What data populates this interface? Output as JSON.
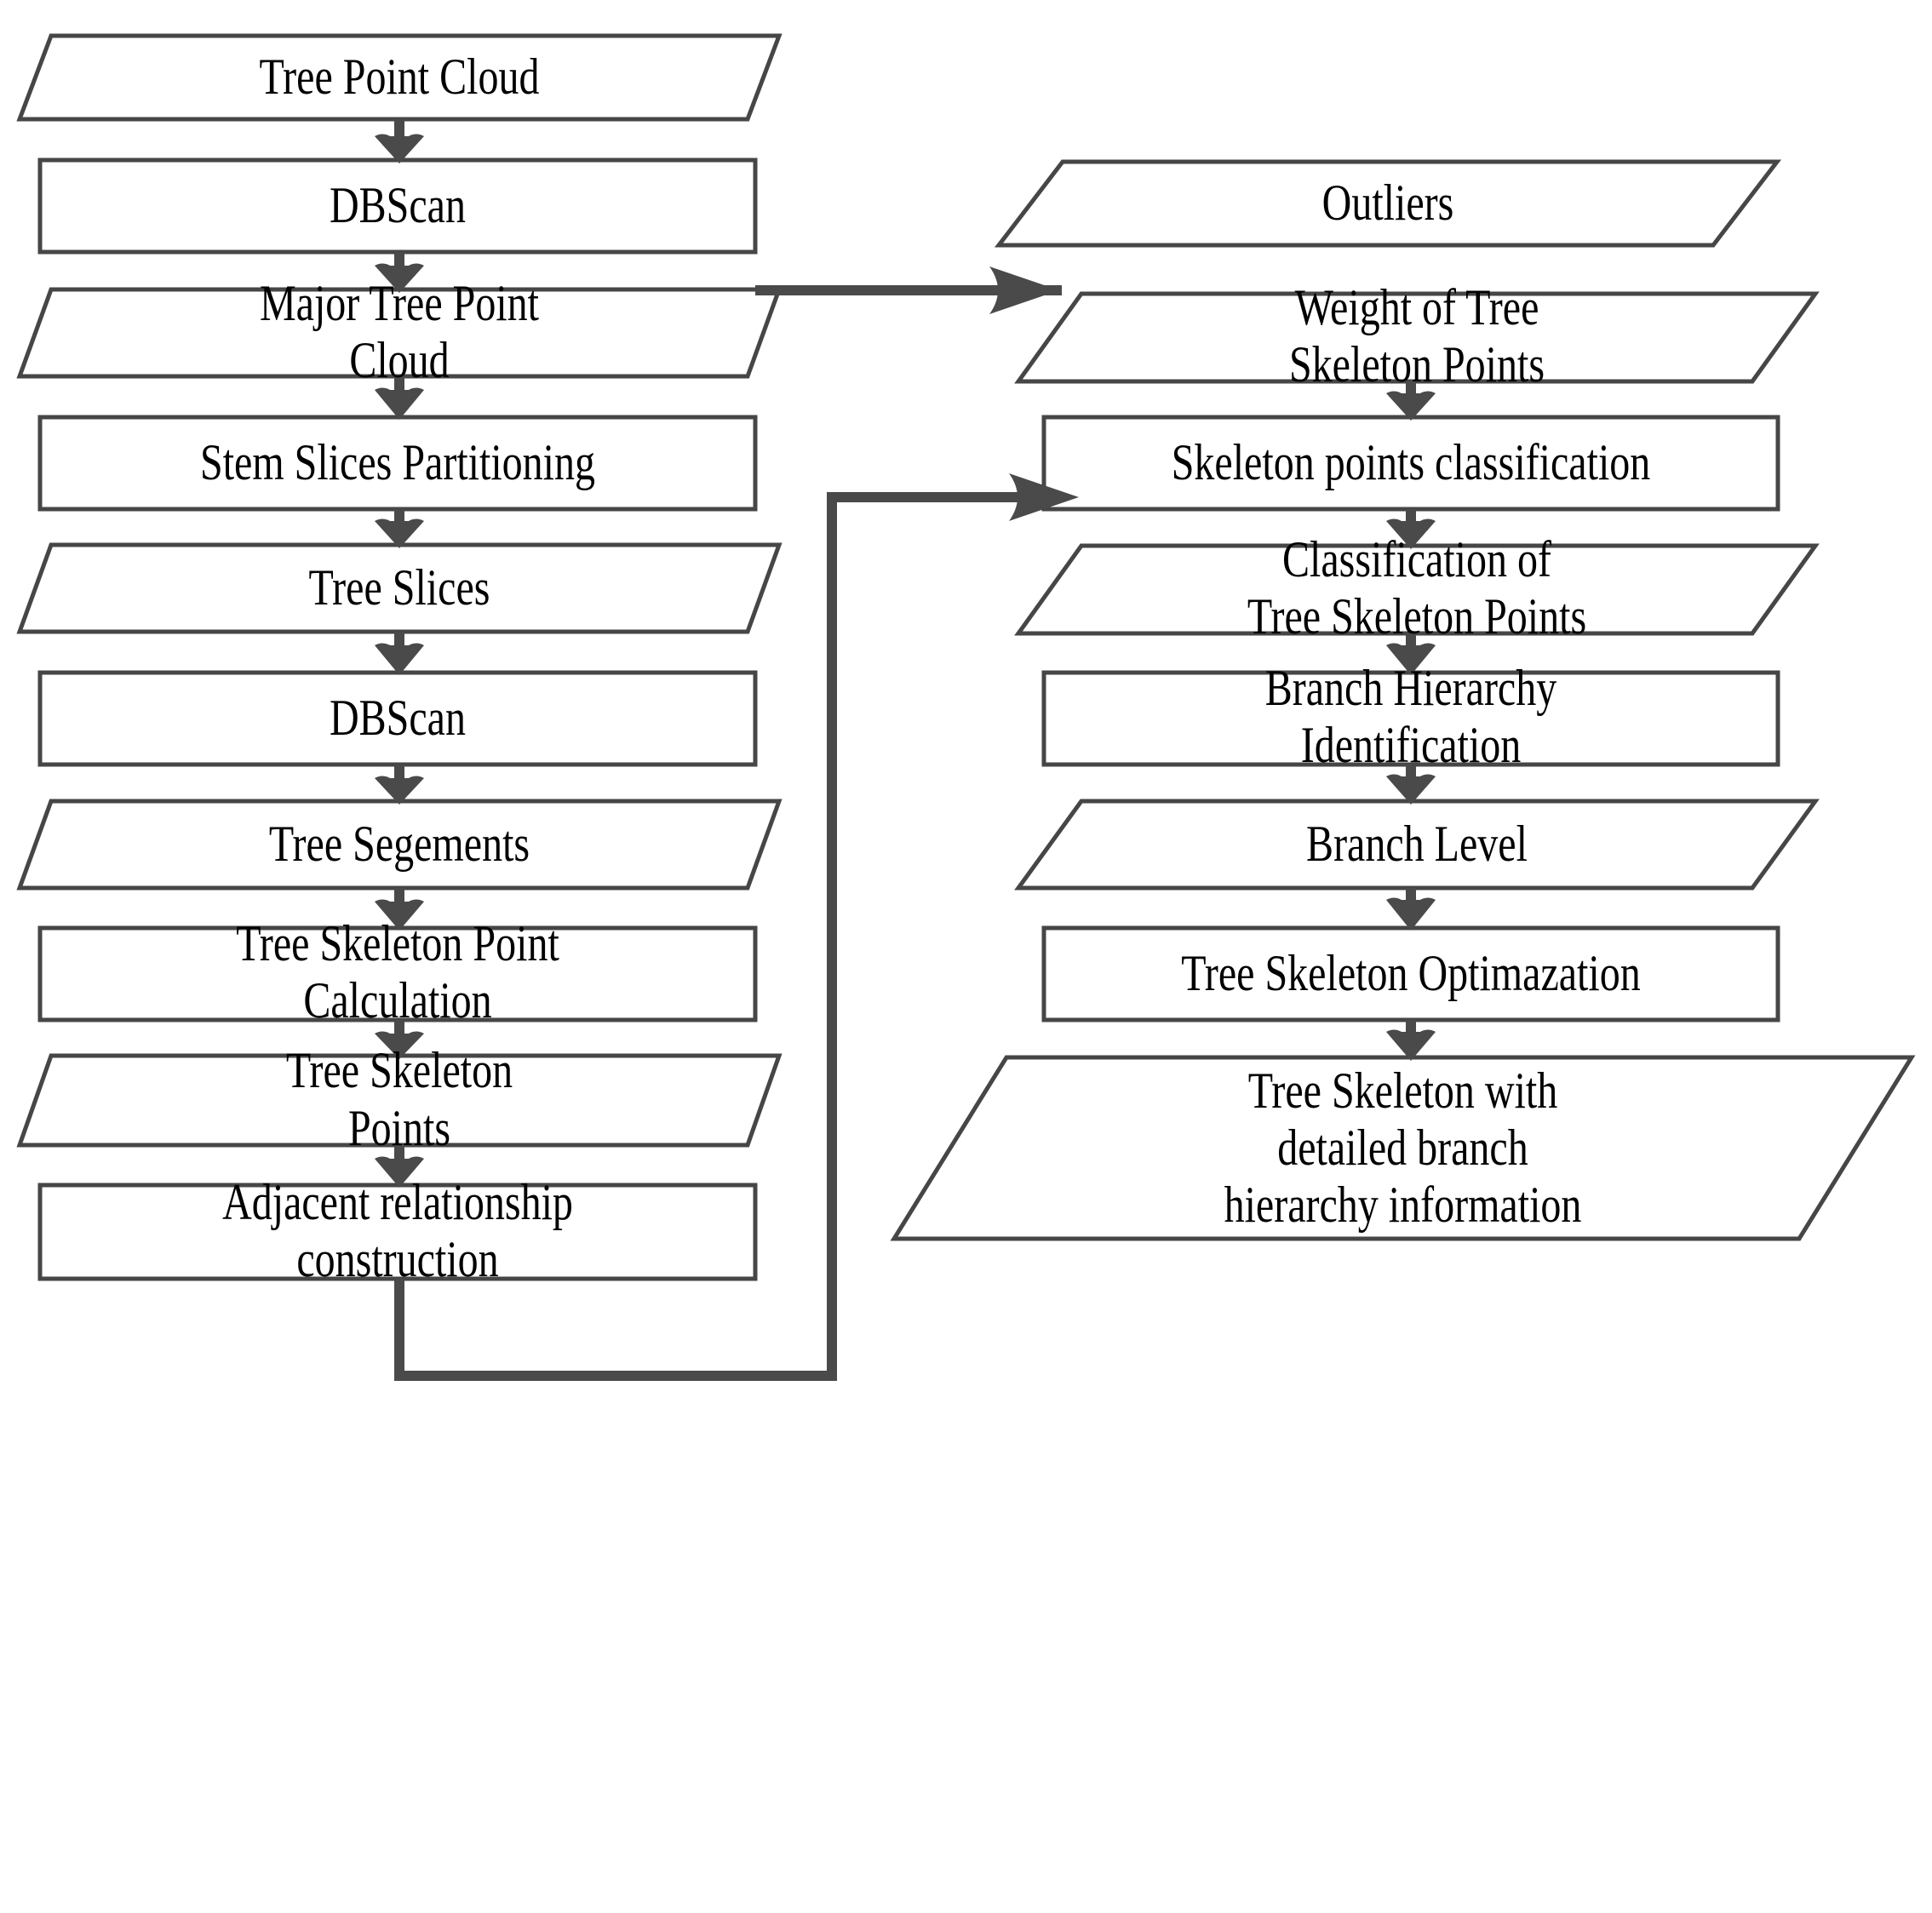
{
  "diagram": {
    "title": "Tree Point Cloud Skeleton Extraction Flowchart",
    "colors": {
      "shape_stroke": "#464646",
      "connector": "#4a4a4a",
      "background": "#ffffff",
      "text": "#000000"
    },
    "shape_legend": {
      "parallelogram": "data",
      "rectangle": "process"
    },
    "nodes": [
      {
        "id": "tree-point-cloud",
        "label": "Tree Point Cloud",
        "shape": "parallelogram",
        "column": "left"
      },
      {
        "id": "dbscan-1",
        "label": "DBScan",
        "shape": "rectangle",
        "column": "left"
      },
      {
        "id": "major-tree-point-cloud",
        "label": "Major Tree Point\nCloud",
        "shape": "parallelogram",
        "column": "left"
      },
      {
        "id": "stem-slices-partitioning",
        "label": "Stem Slices Partitioning",
        "shape": "rectangle",
        "column": "left"
      },
      {
        "id": "tree-slices",
        "label": "Tree Slices",
        "shape": "parallelogram",
        "column": "left"
      },
      {
        "id": "dbscan-2",
        "label": "DBScan",
        "shape": "rectangle",
        "column": "left"
      },
      {
        "id": "tree-segements",
        "label": "Tree Segements",
        "shape": "parallelogram",
        "column": "left"
      },
      {
        "id": "tree-skeleton-point-calc",
        "label": "Tree Skeleton Point\nCalculation",
        "shape": "rectangle",
        "column": "left"
      },
      {
        "id": "tree-skeleton-points",
        "label": "Tree Skeleton\nPoints",
        "shape": "parallelogram",
        "column": "left"
      },
      {
        "id": "adjacent-relationship",
        "label": "Adjacent relationship\nconstruction",
        "shape": "rectangle",
        "column": "left"
      },
      {
        "id": "outliers",
        "label": "Outliers",
        "shape": "parallelogram",
        "column": "right"
      },
      {
        "id": "weight-of-tree-skel-points",
        "label": "Weight of Tree\nSkeleton Points",
        "shape": "parallelogram",
        "column": "right"
      },
      {
        "id": "skeleton-points-classif",
        "label": "Skeleton points classification",
        "shape": "rectangle",
        "column": "right"
      },
      {
        "id": "classification-of-tsp",
        "label": "Classification of\nTree Skeleton Points",
        "shape": "parallelogram",
        "column": "right"
      },
      {
        "id": "branch-hierarchy-ident",
        "label": "Branch Hierarchy\nIdentification",
        "shape": "rectangle",
        "column": "right"
      },
      {
        "id": "branch-level",
        "label": "Branch Level",
        "shape": "parallelogram",
        "column": "right"
      },
      {
        "id": "tree-skeleton-optimazation",
        "label": "Tree Skeleton Optimazation",
        "shape": "rectangle",
        "column": "right"
      },
      {
        "id": "tree-skeleton-with-detail",
        "label": "Tree Skeleton with\ndetailed branch\nhierarchy information",
        "shape": "parallelogram",
        "column": "right"
      }
    ],
    "edges": [
      {
        "from": "tree-point-cloud",
        "to": "dbscan-1",
        "kind": "down"
      },
      {
        "from": "dbscan-1",
        "to": "major-tree-point-cloud",
        "kind": "down"
      },
      {
        "from": "dbscan-1",
        "to": "outliers",
        "kind": "right"
      },
      {
        "from": "major-tree-point-cloud",
        "to": "stem-slices-partitioning",
        "kind": "down"
      },
      {
        "from": "stem-slices-partitioning",
        "to": "tree-slices",
        "kind": "down"
      },
      {
        "from": "tree-slices",
        "to": "dbscan-2",
        "kind": "down"
      },
      {
        "from": "dbscan-2",
        "to": "tree-segements",
        "kind": "down"
      },
      {
        "from": "tree-segements",
        "to": "tree-skeleton-point-calc",
        "kind": "down"
      },
      {
        "from": "tree-skeleton-point-calc",
        "to": "tree-skeleton-points",
        "kind": "down"
      },
      {
        "from": "tree-skeleton-points",
        "to": "adjacent-relationship",
        "kind": "down"
      },
      {
        "from": "adjacent-relationship",
        "to": "weight-of-tree-skel-points",
        "kind": "loop-around"
      },
      {
        "from": "weight-of-tree-skel-points",
        "to": "skeleton-points-classif",
        "kind": "down"
      },
      {
        "from": "skeleton-points-classif",
        "to": "classification-of-tsp",
        "kind": "down"
      },
      {
        "from": "classification-of-tsp",
        "to": "branch-hierarchy-ident",
        "kind": "down"
      },
      {
        "from": "branch-hierarchy-ident",
        "to": "branch-level",
        "kind": "down"
      },
      {
        "from": "branch-level",
        "to": "tree-skeleton-optimazation",
        "kind": "down"
      },
      {
        "from": "tree-skeleton-optimazation",
        "to": "tree-skeleton-with-detail",
        "kind": "down"
      }
    ]
  }
}
